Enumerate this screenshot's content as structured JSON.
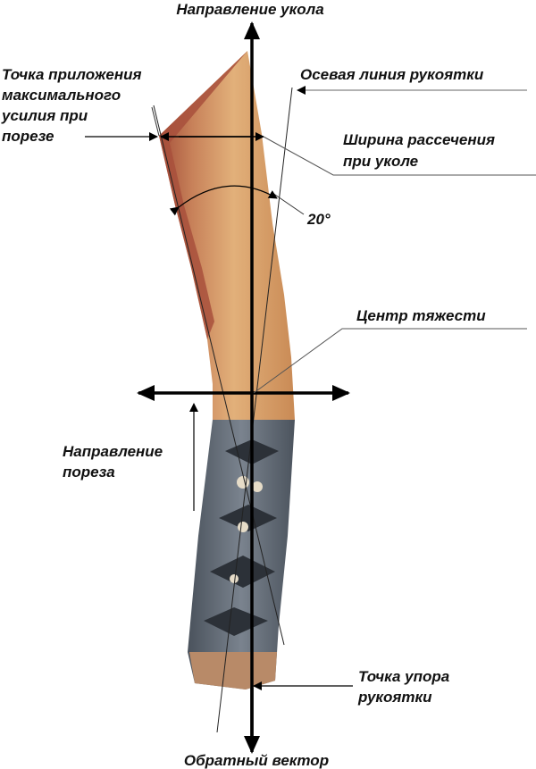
{
  "labels": {
    "thrust_direction": "Направление укола",
    "max_force_point": [
      "Точка приложения",
      "максимального",
      "усилия при",
      "порезе"
    ],
    "handle_axis": "Осевая линия рукоятки",
    "thrust_cut_width": [
      "Ширина рассечения",
      "при уколе"
    ],
    "angle": "20°",
    "center_of_gravity": "Центр тяжести",
    "cut_direction": [
      "Направление",
      "пореза"
    ],
    "handle_stop_point": [
      "Точка упора",
      "рукоятки"
    ],
    "reverse_vector": "Обратный вектор"
  },
  "colors": {
    "blade_light": "#d9a46a",
    "blade_dark": "#a5503a",
    "handle": "#5c6470"
  }
}
